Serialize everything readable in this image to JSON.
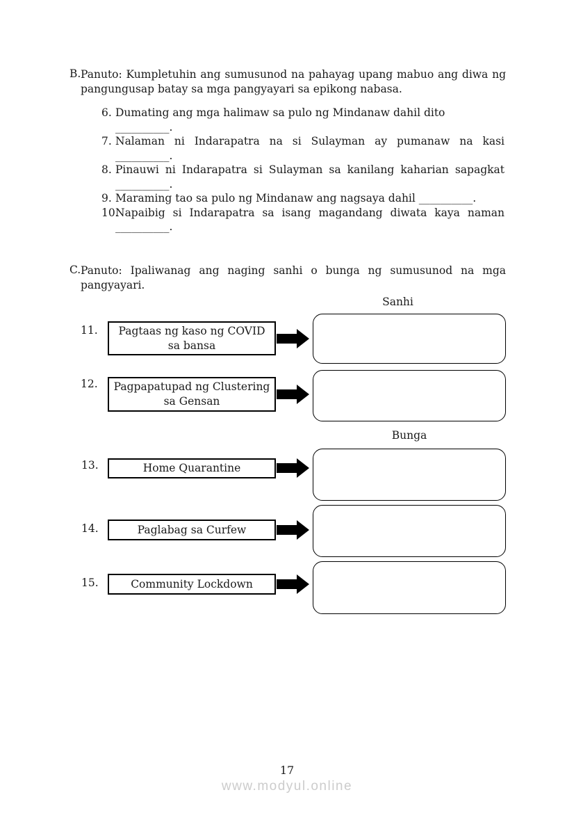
{
  "section_b": {
    "label": "B.",
    "instructions_lines": [
      "Panuto: Kumpletuhin ang sumusunod na pahayag upang mabuo ang diwa ng",
      "pangungusap batay sa mga pangyayari sa epikong nabasa."
    ],
    "items": [
      {
        "number": "6.",
        "lines": [
          "Dumating ang mga halimaw sa pulo ng Mindanaw dahil dito __________."
        ]
      },
      {
        "number": "7.",
        "lines": [
          "Nalaman ni Indarapatra na si Sulayman ay pumanaw na kasi",
          "__________."
        ]
      },
      {
        "number": "8.",
        "lines": [
          "Pinauwi ni Indarapatra si Sulayman sa kanilang kaharian sapagkat",
          "__________."
        ]
      },
      {
        "number": "9.",
        "lines": [
          "Maraming tao sa pulo ng Mindanaw ang nagsaya dahil __________."
        ]
      },
      {
        "number": "10.",
        "lines": [
          "Napaibig si Indarapatra sa isang magandang diwata kaya naman",
          "__________."
        ]
      }
    ]
  },
  "section_c": {
    "label": "C.",
    "instructions_lines": [
      "Panuto: Ipaliwanag ang naging sanhi o bunga ng sumusunod na mga",
      "pangyayari."
    ],
    "column_headers": {
      "sanhi": "Sanhi",
      "bunga": "Bunga"
    },
    "items": [
      {
        "number": "11.",
        "label_lines": [
          "Pagtaas ng kaso ng COVID",
          "sa bansa"
        ],
        "group": "sanhi"
      },
      {
        "number": "12.",
        "label_lines": [
          "Pagpapatupad ng Clustering",
          "sa Gensan"
        ],
        "group": "sanhi"
      },
      {
        "number": "13.",
        "label_lines": [
          "Home Quarantine"
        ],
        "group": "bunga"
      },
      {
        "number": "14.",
        "label_lines": [
          "Paglabag sa Curfew"
        ],
        "group": "bunga"
      },
      {
        "number": "15.",
        "label_lines": [
          "Community Lockdown"
        ],
        "group": "bunga"
      }
    ]
  },
  "footer": {
    "page_number": "17",
    "watermark": "www.modyul.online"
  },
  "colors": {
    "background": "#ffffff",
    "text": "#1a1a1a",
    "border": "#000000",
    "arrow": "#000000",
    "watermark": "#cccccc"
  }
}
